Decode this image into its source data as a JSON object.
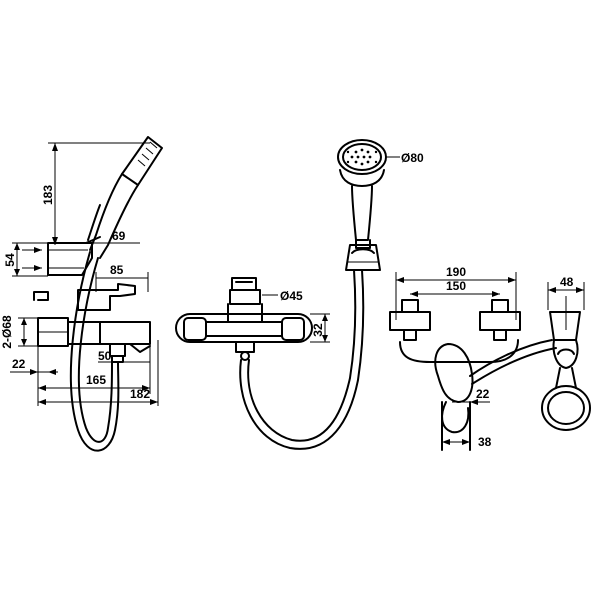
{
  "dimensions": {
    "side_height": "183",
    "holder_width": "69",
    "holder_height": "54",
    "handle_reach": "85",
    "outlet_dia": "2-Ø68",
    "wall_offset": "22",
    "spout_drop": "50",
    "body_depth": "165",
    "total_depth": "182",
    "head_dia": "Ø80",
    "knob_dia": "Ø45",
    "body_height": "32",
    "top_width": "190",
    "centers": "150",
    "right_width": "48",
    "lever_depth": "22",
    "base_depth": "38"
  },
  "colors": {
    "line": "#000000",
    "background": "#ffffff"
  }
}
